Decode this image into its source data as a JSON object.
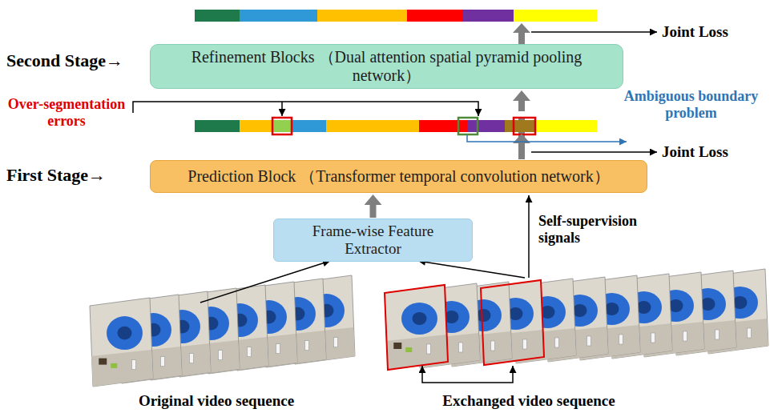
{
  "diagram": {
    "nodes": [
      {
        "text": [
          "Refinement Blocks （Dual attention spatial pyramid pooling network）"
        ]
      },
      {
        "text": [
          "Prediction Block （Transformer temporal convolution network）"
        ]
      },
      {
        "text": [
          "Frame-wise Feature Extractor"
        ]
      }
    ],
    "edges": [
      {
        "from": 2,
        "to": 1,
        "arrow": "to"
      },
      {
        "from": 1,
        "to": 0,
        "arrow": "to"
      }
    ],
    "labels": [
      "Joint Loss",
      "Second Stage→",
      "Over-segmentation errors",
      "Ambiguous boundary problem",
      "Joint Loss",
      "First Stage→",
      "Self-supervision signals",
      "Original video sequence",
      "Exchanged video sequence"
    ]
  }
}
